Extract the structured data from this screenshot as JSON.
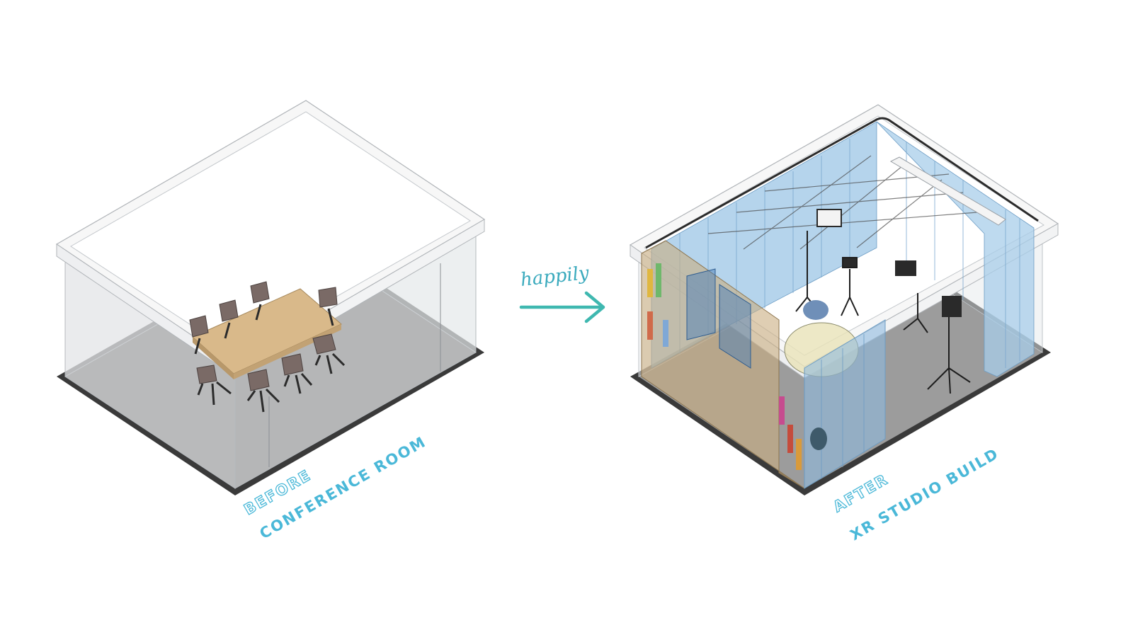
{
  "before": {
    "tag": "BEFORE",
    "title": "CONFERENCE ROOM"
  },
  "after": {
    "tag": "AFTER",
    "title": "XR STUDIO BUILD"
  },
  "transition": {
    "caption": "happily",
    "arrow_color": "#3fb8b0"
  },
  "colors": {
    "label": "#4ab8d8",
    "floor": "#9a9a9a",
    "glass": "#eef0f2",
    "table": "#d9b98a",
    "chair": "#7a6a66",
    "curtain": "#9cc6e6"
  }
}
